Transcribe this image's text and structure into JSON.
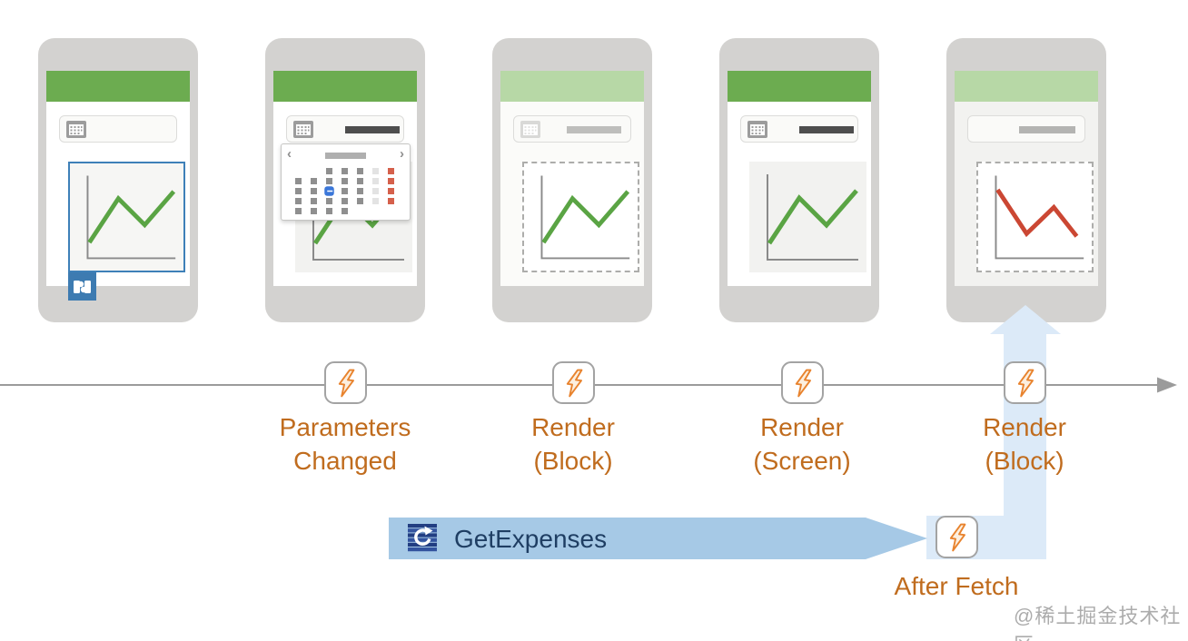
{
  "timeline": {
    "events": [
      {
        "id": "parameters-changed",
        "line1": "Parameters",
        "line2": "Changed"
      },
      {
        "id": "render-block-1",
        "line1": "Render",
        "line2": "(Block)"
      },
      {
        "id": "render-screen",
        "line1": "Render",
        "line2": "(Screen)"
      },
      {
        "id": "render-block-2",
        "line1": "Render",
        "line2": "(Block)"
      }
    ],
    "after_fetch_label": "After Fetch"
  },
  "request_arrow": {
    "label": "GetExpenses",
    "icon": "odata-service-icon"
  },
  "watermark": "@稀土掘金技术社区",
  "date_picker": {
    "prev_glyph": "‹",
    "next_glyph": "›",
    "cell_colors": {
      "g": "#8f8f8f",
      "l": "#e3e3e3",
      "r": "#d5604b",
      "b": "#3b77d9"
    },
    "grid": [
      [
        "",
        "",
        "g",
        "g",
        "g",
        "l",
        "r"
      ],
      [
        "g",
        "g",
        "g",
        "g",
        "g",
        "l",
        "r"
      ],
      [
        "g",
        "g",
        "b",
        "g",
        "g",
        "l",
        "r"
      ],
      [
        "g",
        "g",
        "g",
        "g",
        "g",
        "l",
        "r"
      ],
      [
        "g",
        "g",
        "g",
        "g",
        "",
        "",
        ""
      ]
    ]
  },
  "colors": {
    "app_header_green": "#6cac50",
    "app_header_green_faded": "#b7d8a6",
    "event_label_orange": "#c06c1e",
    "bolt_orange": "#e8832e",
    "chart_line_green": "#5aa444",
    "chart_line_red": "#cb4733",
    "selection_border_blue": "#3e80b8",
    "request_band_blue": "#a6c9e6",
    "response_band_blue": "#dceaf8",
    "request_text_navy": "#1f3e63",
    "timeline_grey": "#9b9b9b"
  }
}
